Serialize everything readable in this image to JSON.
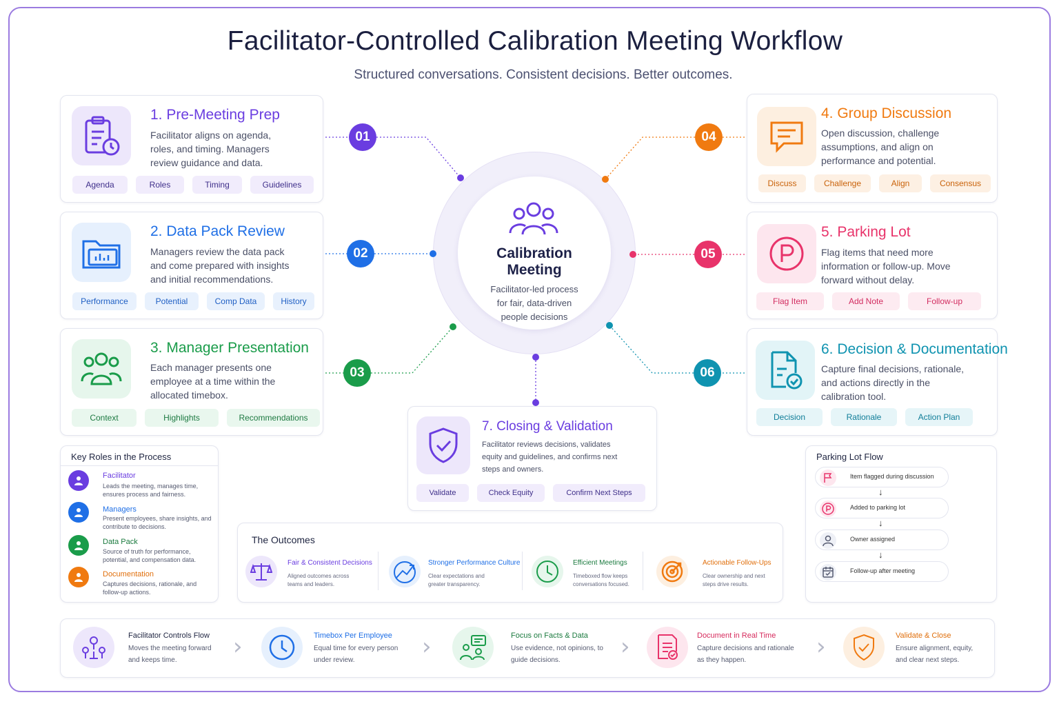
{
  "header": {
    "title": "Facilitator-Controlled Calibration Meeting Workflow",
    "subtitle": "Structured conversations. Consistent decisions. Better outcomes."
  },
  "hub": {
    "icon": "people-group-icon",
    "title_line1": "Calibration",
    "title_line2": "Meeting",
    "desc_line1": "Facilitator-led process",
    "desc_line2": "for fair, data-driven",
    "desc_line3": "people decisions"
  },
  "steps": [
    {
      "num": "01",
      "title": "1. Pre-Meeting Prep",
      "color": "#6a3de0",
      "icon": "clipboard-clock-icon",
      "desc": "Facilitator aligns on agenda, roles, and timing. Managers review guidance and data.",
      "chips": [
        "Agenda",
        "Roles",
        "Timing",
        "Guidelines"
      ]
    },
    {
      "num": "02",
      "title": "2. Data Pack Review",
      "color": "#1f6fe6",
      "icon": "folder-chart-icon",
      "desc": "Managers review the data pack and come prepared with insights and initial recommendations.",
      "chips": [
        "Performance",
        "Potential",
        "Comp Data",
        "History"
      ]
    },
    {
      "num": "03",
      "title": "3. Manager Presentation",
      "color": "#1a9c4a",
      "icon": "team-icon",
      "desc": "Each manager presents one employee at a time within the allocated timebox.",
      "chips": [
        "Context",
        "Highlights",
        "Recommendations"
      ]
    },
    {
      "num": "04",
      "title": "4. Group Discussion",
      "color": "#f07a10",
      "icon": "chat-bubble-icon",
      "desc": "Open discussion, challenge assumptions, and align on performance and potential.",
      "chips": [
        "Discuss",
        "Challenge",
        "Align",
        "Consensus"
      ]
    },
    {
      "num": "05",
      "title": "5. Parking Lot",
      "color": "#e8336a",
      "icon": "parking-icon",
      "desc": "Flag items that need more information or follow-up. Move forward without delay.",
      "chips": [
        "Flag Item",
        "Add Note",
        "Follow-up"
      ]
    },
    {
      "num": "06",
      "title": "6. Decision & Documentation",
      "color": "#0f93b0",
      "icon": "document-check-icon",
      "desc": "Capture final decisions, rationale, and actions directly in the calibration tool.",
      "chips": [
        "Decision",
        "Rationale",
        "Action Plan"
      ]
    },
    {
      "num": "",
      "title": "7. Closing & Validation",
      "color": "#6a3de0",
      "icon": "shield-check-icon",
      "desc": "Facilitator reviews decisions, validates equity and guidelines, and confirms next steps and owners.",
      "chips": [
        "Validate",
        "Check Equity",
        "Confirm Next Steps"
      ]
    }
  ],
  "roles": {
    "title": "Key Roles in the Process",
    "items": [
      {
        "name": "Facilitator",
        "desc": "Leads the meeting, manages time, ensures process and fairness.",
        "color": "#6a3de0",
        "icon": "user-icon"
      },
      {
        "name": "Managers",
        "desc": "Present employees, share insights, and contribute to decisions.",
        "color": "#1f6fe6",
        "icon": "user-icon"
      },
      {
        "name": "Data Pack",
        "desc": "Source of truth for performance, potential, and compensation data.",
        "color": "#1a9c4a",
        "icon": "user-icon"
      },
      {
        "name": "Documentation",
        "desc": "Captures decisions, rationale, and follow-up actions.",
        "color": "#f07a10",
        "icon": "user-icon"
      }
    ]
  },
  "outcomes": {
    "title": "The Outcomes",
    "items": [
      {
        "title": "Fair & Consistent Decisions",
        "desc": "Aligned outcomes across teams and leaders.",
        "color": "#6a3de0",
        "icon": "scales-icon"
      },
      {
        "title": "Stronger Performance Culture",
        "desc": "Clear expectations and greater transparency.",
        "color": "#1f6fe6",
        "icon": "trend-up-icon"
      },
      {
        "title": "Efficient Meetings",
        "desc": "Timeboxed flow keeps conversations focused.",
        "color": "#1a9c4a",
        "icon": "clock-icon"
      },
      {
        "title": "Actionable Follow-Ups",
        "desc": "Clear ownership and next steps drive results.",
        "color": "#f07a10",
        "icon": "target-icon"
      }
    ]
  },
  "parking_lot": {
    "title": "Parking Lot Flow",
    "items": [
      {
        "text": "Item flagged during discussion",
        "icon": "flag-icon"
      },
      {
        "text": "Added to parking lot",
        "icon": "parking-icon"
      },
      {
        "text": "Owner assigned",
        "icon": "user-icon"
      },
      {
        "text": "Follow-up after meeting",
        "icon": "calendar-check-icon"
      }
    ]
  },
  "bottom": [
    {
      "title": "Facilitator Controls Flow",
      "desc": "Moves the meeting forward and keeps time.",
      "color": "#6a3de0",
      "title_color": "#1e2440",
      "icon": "org-chart-icon"
    },
    {
      "title": "Timebox Per Employee",
      "desc": "Equal time for every person under review.",
      "color": "#1f6fe6",
      "title_color": "#1f6fe6",
      "icon": "clock-icon"
    },
    {
      "title": "Focus on Facts & Data",
      "desc": "Use evidence, not opinions, to guide decisions.",
      "color": "#1a9c4a",
      "title_color": "#1a7a3e",
      "icon": "discussion-icon"
    },
    {
      "title": "Document in Real Time",
      "desc": "Capture decisions and rationale as they happen.",
      "color": "#e8336a",
      "title_color": "#d62a5c",
      "icon": "document-check-icon"
    },
    {
      "title": "Validate & Close",
      "desc": "Ensure alignment, equity, and clear next steps.",
      "color": "#f07a10",
      "title_color": "#e06f0c",
      "icon": "shield-check-icon"
    }
  ]
}
